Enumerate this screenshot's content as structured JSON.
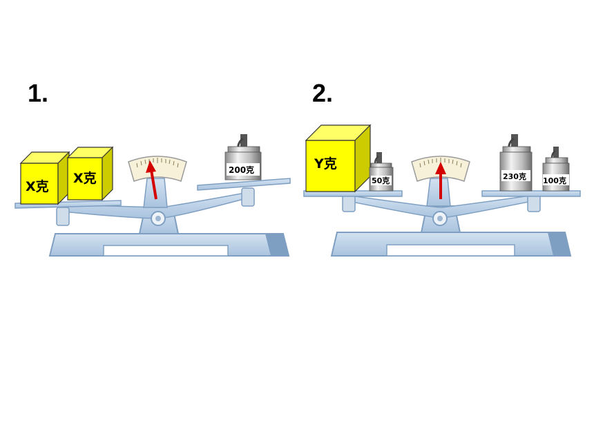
{
  "problems": [
    {
      "number": "1.",
      "left_items": [
        "X克",
        "X克"
      ],
      "right_items": [
        "200克"
      ],
      "state": "balanced"
    },
    {
      "number": "2.",
      "left_items": [
        "Y克",
        "50克"
      ],
      "right_items": [
        "230克",
        "100克"
      ],
      "state": "balanced"
    }
  ],
  "colors": {
    "cube_front": "#ffff00",
    "cube_top": "#ffff66",
    "cube_side": "#cccc00",
    "scale_body": "#b9d0e6",
    "scale_edge": "#7f9fc2",
    "pointer": "#d40000"
  }
}
